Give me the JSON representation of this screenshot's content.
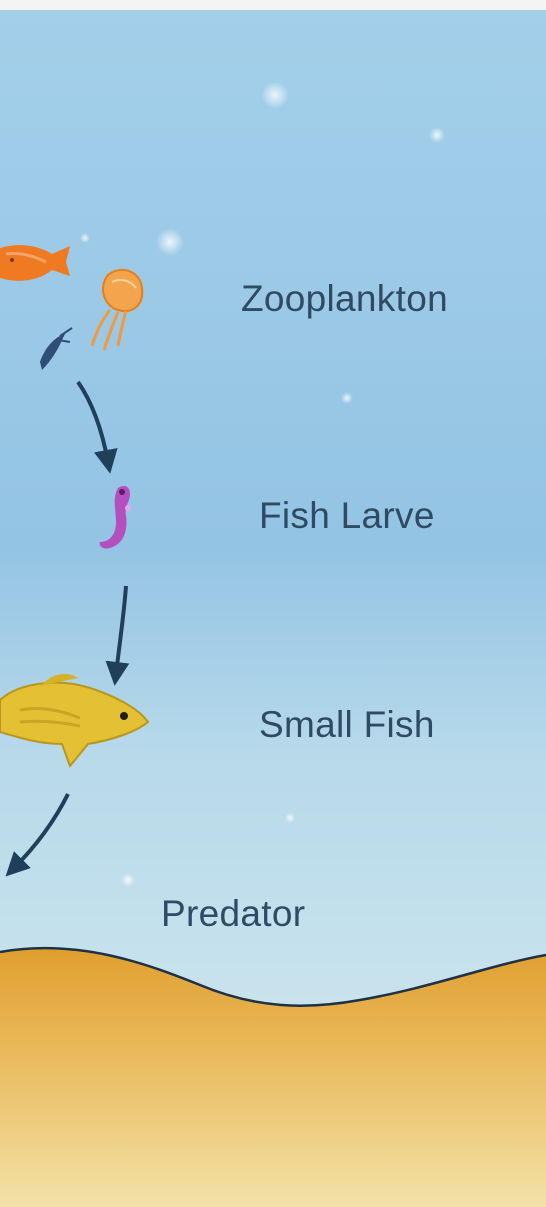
{
  "diagram": {
    "labels": {
      "zooplankton": "Zooplankton",
      "fish_larve": "Fish Larve",
      "small_fish": "Small Fish",
      "predator": "Predator"
    },
    "colors": {
      "water_top": "#9ccbe7",
      "water_bottom": "#d5eaee",
      "sand_top": "#e2a53a",
      "sand_bottom": "#f0dd9e",
      "arrow": "#1f3f5b",
      "label_text": "#2f4a63",
      "larva": "#b44fc0",
      "small_fish": "#e3c132",
      "crustacean": "#f08a2c"
    },
    "icons": [
      "orange-fish-icon",
      "jellyfish-icon",
      "copepod-icon",
      "fish-larva-icon",
      "small-fish-icon",
      "arrow-icon"
    ]
  }
}
